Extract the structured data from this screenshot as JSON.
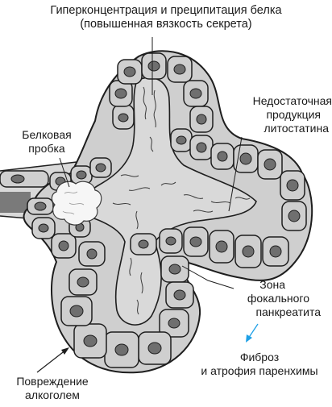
{
  "labels": {
    "top": {
      "line1": "Гиперконцентрация и преципитация  белка",
      "line2": "(повышенная вязкость секрета)"
    },
    "protein_plug": {
      "line1": "Белковая",
      "line2": "пробка"
    },
    "lithostathine": {
      "line1": "Недостаточная",
      "line2": "продукция",
      "line3": "литостатина"
    },
    "focal_zone": {
      "line1": "Зона",
      "line2": "фокального",
      "line3": "панкреатита"
    },
    "fibrosis": {
      "line1": "Фиброз",
      "line2": "и атрофия паренхимы"
    },
    "alcohol_damage": {
      "line1": "Повреждение",
      "line2": "алкоголем"
    }
  },
  "colors": {
    "cell_fill": "#cfcfcf",
    "nucleus": "#6f6f6f",
    "lumen": "#d9d9d9",
    "outline": "#1e1e1e",
    "plug": "#f6f6f6",
    "fibrosis_arrow": "#1ea0e6"
  }
}
